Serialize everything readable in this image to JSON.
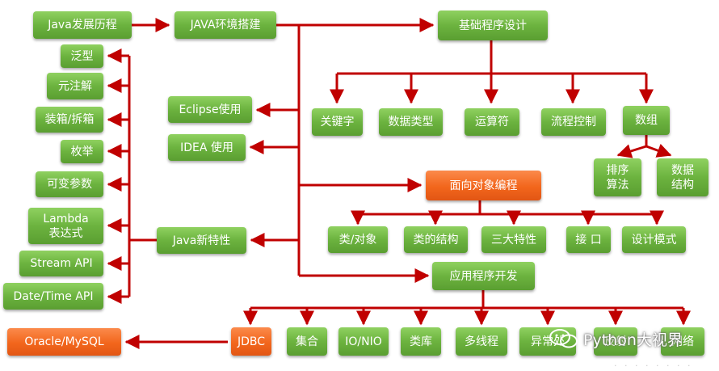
{
  "nodes": {
    "java_history": "Java发展历程",
    "java_env": "JAVA环境搭建",
    "basic_programming": "基础程序设计",
    "generics": "泛型",
    "annotations": "元注解",
    "boxing": "装箱/拆箱",
    "enums": "枚举",
    "varargs": "可变参数",
    "lambda": "Lambda\n表达式",
    "stream_api": "Stream API",
    "datetime_api": "Date/Time API",
    "eclipse": "Eclipse使用",
    "idea": "IDEA 使用",
    "java_new_features": "Java新特性",
    "keywords": "关键字",
    "data_types": "数据类型",
    "operators": "运算符",
    "flow_control": "流程控制",
    "arrays": "数组",
    "sort_algorithms": "排序\n算法",
    "data_structures": "数据\n结构",
    "oop": "面向对象编程",
    "class_object": "类/对象",
    "class_structure": "类的结构",
    "three_features": "三大特性",
    "interfaces": "接 口",
    "design_patterns": "设计模式",
    "app_dev": "应用程序开发",
    "oracle_mysql": "Oracle/MySQL",
    "jdbc": "JDBC",
    "collections": "集合",
    "io_nio": "IO/NIO",
    "class_library": "类库",
    "multithreading": "多线程",
    "exception_handling": "异常处",
    "reflection": "反射",
    "network": "网络"
  },
  "watermark": {
    "text": "Python大视界"
  },
  "colors": {
    "green": "#6cb33f",
    "orange": "#f2661c",
    "arrow": "#c00000"
  }
}
